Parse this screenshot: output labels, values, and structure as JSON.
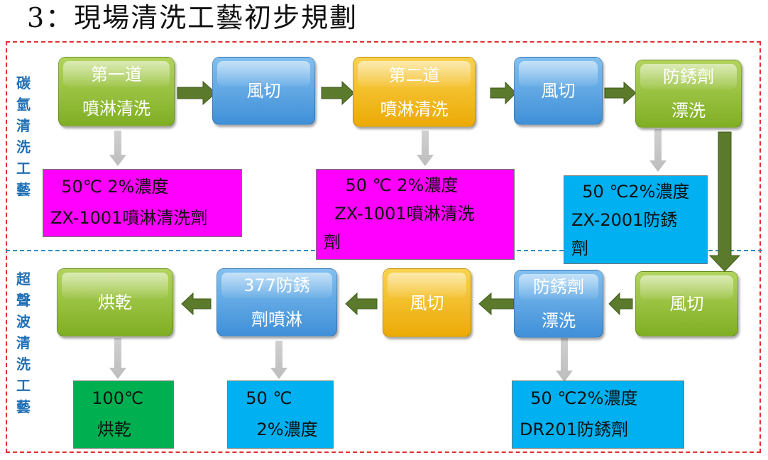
{
  "title": "3：現場清洗工藝初步規劃",
  "labels": {
    "top": "碳氫清洗工藝",
    "bottom": "超聲波清洗工藝"
  },
  "colors": {
    "frame": "#e03030",
    "divider": "#2e8ec2",
    "step_green": "#8fbc2f",
    "step_blue": "#4f9ee0",
    "step_orange": "#f2b91a",
    "note_magenta": "#ff00ff",
    "note_cyan": "#00b0f0",
    "note_green": "#00b050",
    "arrow": "#5b7a2c"
  },
  "top_row": {
    "steps": [
      {
        "line1": "第一道",
        "line2": "噴淋清洗"
      },
      {
        "line1": "風切",
        "line2": ""
      },
      {
        "line1": "第二道",
        "line2": "噴淋清洗"
      },
      {
        "line1": "風切",
        "line2": ""
      },
      {
        "line1": "防銹劑",
        "line2": "漂洗"
      }
    ],
    "notes": [
      {
        "line1": "  50℃ 2%濃度",
        "line2": "ZX-1001噴淋清洗劑"
      },
      {
        "line1": "    50 ℃ 2%濃度",
        "line2": "  ZX-1001噴淋清洗",
        "line3": "劑"
      },
      {
        "line1": "  50 ℃2%濃度",
        "line2": "ZX-2001防銹",
        "line3": "劑"
      }
    ]
  },
  "bottom_row": {
    "steps": [
      {
        "line1": "風切",
        "line2": ""
      },
      {
        "line1": "防銹劑",
        "line2": "漂洗"
      },
      {
        "line1": "風切",
        "line2": ""
      },
      {
        "line1": "377防銹",
        "line2": "劑噴淋"
      },
      {
        "line1": "烘乾",
        "line2": ""
      }
    ],
    "notes": [
      {
        "line1": "  50 ℃2%濃度",
        "line2": "DR201防銹劑"
      },
      {
        "line1": "  50 ℃",
        "line2": "    2%濃度"
      },
      {
        "line1": "  100℃",
        "line2": "   烘乾"
      }
    ]
  }
}
